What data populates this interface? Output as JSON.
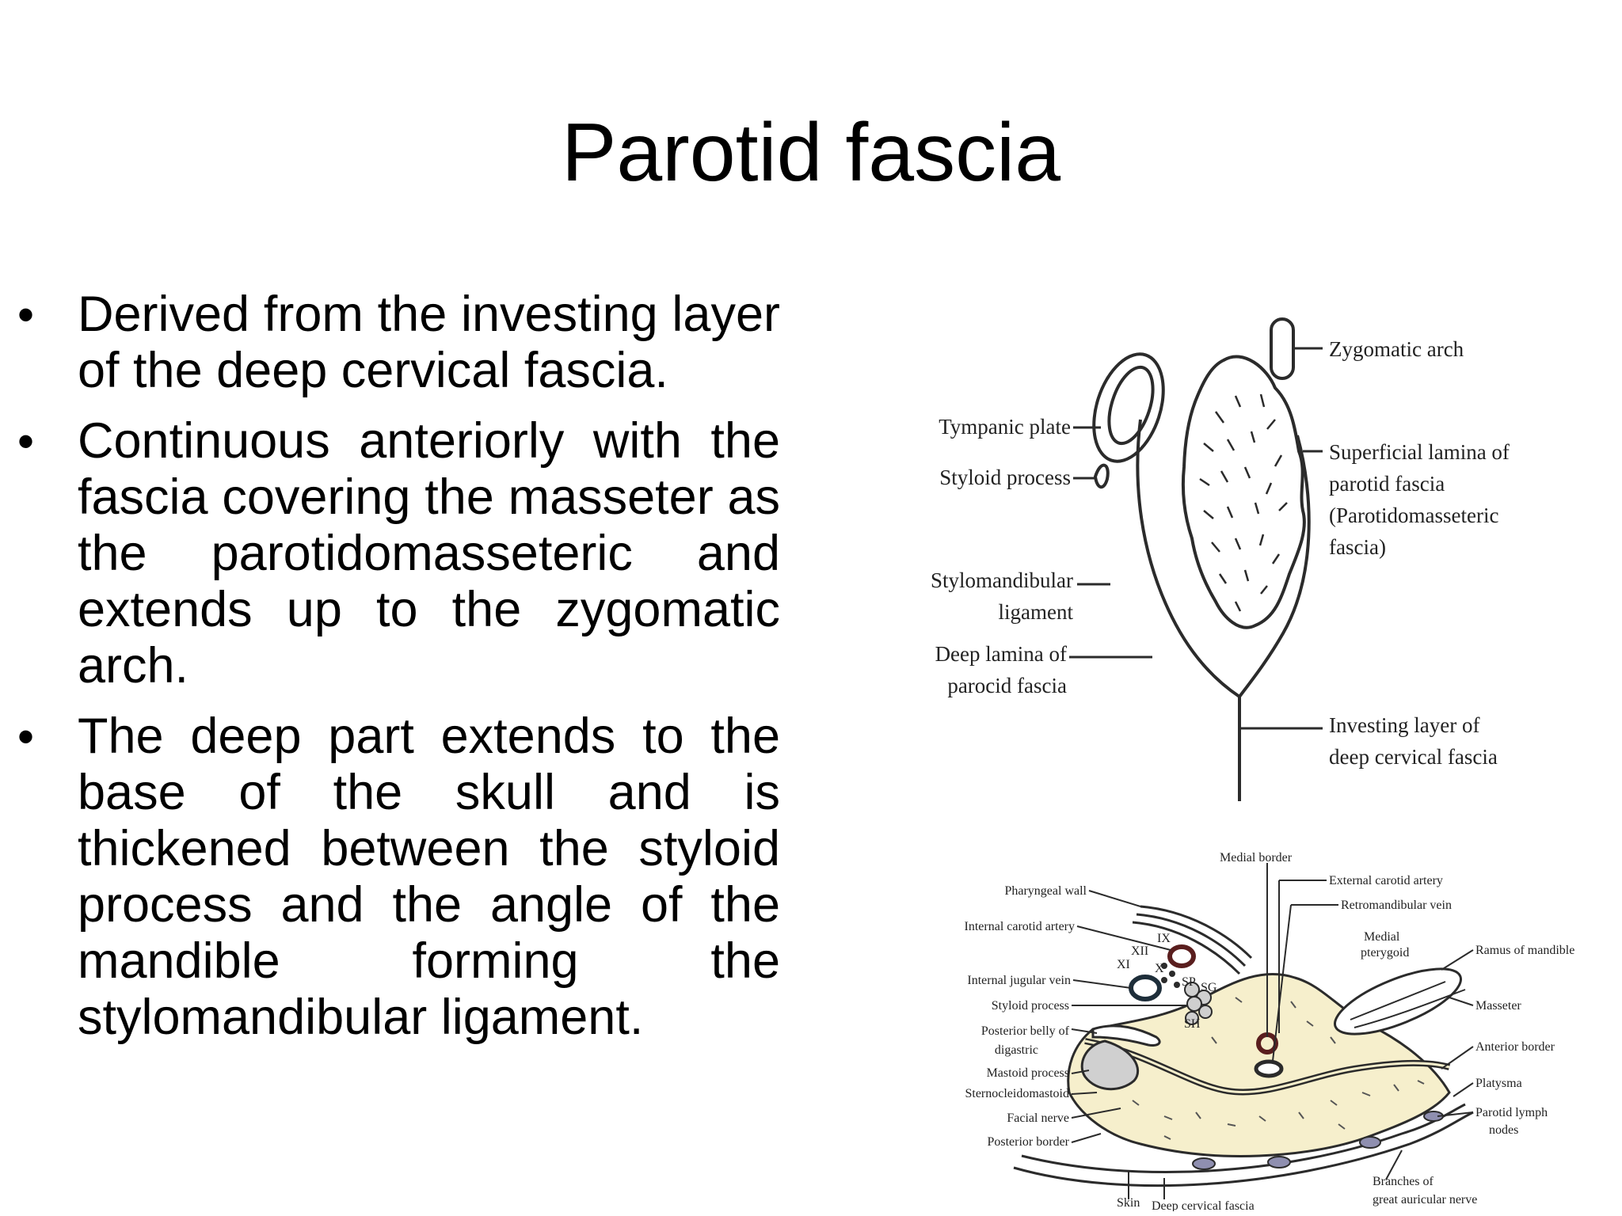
{
  "slide": {
    "title": "Parotid fascia",
    "bullets": [
      "Derived from the investing layer of the deep cervical fascia.",
      "Continuous anteriorly with the fascia covering the masseter as the parotidomasseteric and extends up to the zygomatic arch.",
      "The deep part extends to the base of the skull and is thickened between the styloid process and the angle of the mandible forming the stylomandibular ligament."
    ],
    "bullet_symbol": "•"
  },
  "figure_upper": {
    "labels": {
      "zygomatic_arch": "Zygomatic arch",
      "tympanic_plate": "Tympanic plate",
      "styloid_process": "Styloid process",
      "superficial_lamina_1": "Superficial lamina of",
      "superficial_lamina_2": "parotid fascia",
      "superficial_lamina_3": "(Parotidomasseteric",
      "superficial_lamina_4": "fascia)",
      "stylomandibular_1": "Stylomandibular",
      "stylomandibular_2": "ligament",
      "deep_lamina_1": "Deep lamina of",
      "deep_lamina_2": "parocid fascia",
      "investing_1": "Investing layer of",
      "investing_2": "deep cervical fascia"
    }
  },
  "figure_lower": {
    "labels": {
      "medial_border": "Medial border",
      "external_carotid": "External carotid artery",
      "retromandibular": "Retromandibular vein",
      "pharyngeal_wall": "Pharyngeal wall",
      "internal_carotid": "Internal carotid artery",
      "medial_pterygoid_1": "Medial",
      "medial_pterygoid_2": "pterygoid",
      "ramus": "Ramus of mandible",
      "ix": "IX",
      "xii": "XII",
      "xi": "XI",
      "x": "X",
      "sp": "SP",
      "sg": "SG",
      "sh": "SH",
      "internal_jugular": "Internal jugular vein",
      "styloid_process": "Styloid process",
      "masseter": "Masseter",
      "posterior_belly_1": "Posterior belly of",
      "posterior_belly_2": "digastric",
      "anterior_border": "Anterior border",
      "mastoid": "Mastoid process",
      "platysma": "Platysma",
      "sternocleido": "Sternocleidomastoid",
      "facial_nerve": "Facial nerve",
      "parotid_lymph_1": "Parotid lymph",
      "parotid_lymph_2": "nodes",
      "posterior_border": "Posterior border",
      "branches_1": "Branches of",
      "branches_2": "great auricular nerve",
      "skin": "Skin",
      "deep_cervical": "Deep cervical fascia"
    },
    "colors": {
      "gland_fill": "#f6efcc",
      "outline": "#2b2b2b",
      "artery_ring": "#5a1e1e",
      "vein_ring": "#1e2e3a",
      "node_fill": "#8f8fb0"
    }
  }
}
